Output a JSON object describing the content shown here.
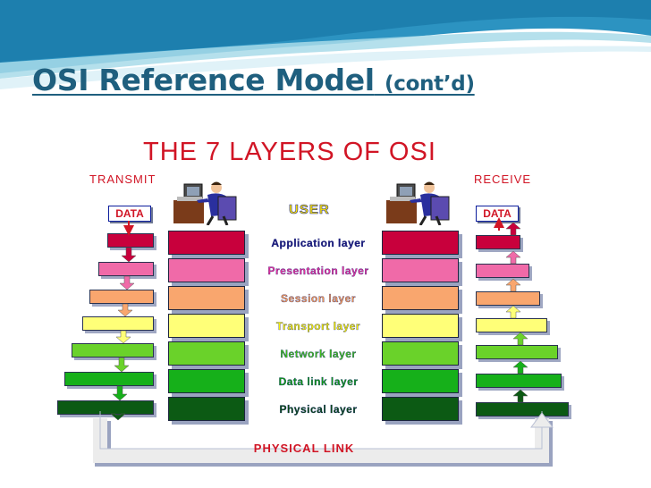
{
  "slide": {
    "title": "OSI Reference Model",
    "title_suffix": "(cont’d)"
  },
  "diagram": {
    "title": "THE 7 LAYERS OF OSI",
    "transmit_label": "TRANSMIT",
    "receive_label": "RECEIVE",
    "data_label_left": "DATA",
    "data_label_right": "DATA",
    "user_label": "USER",
    "physical_link_label": "PHYSICAL LINK",
    "layers": [
      {
        "name": "Application layer",
        "color": "#c8003c",
        "text_color": "#1a1a7a"
      },
      {
        "name": "Presentation layer",
        "color": "#f06aa8",
        "text_color": "#e7309a"
      },
      {
        "name": "Session layer",
        "color": "#f9a66e",
        "text_color": "#f59a52"
      },
      {
        "name": "Transport layer",
        "color": "#ffff78",
        "text_color": "#f5f000"
      },
      {
        "name": "Network layer",
        "color": "#6ad22a",
        "text_color": "#3fbf1a"
      },
      {
        "name": "Data link layer",
        "color": "#16b01a",
        "text_color": "#0f9a12"
      },
      {
        "name": "Physical layer",
        "color": "#0c5a14",
        "text_color": "#0a4a10"
      }
    ]
  },
  "colors": {
    "title_blue": "#1f5f7e",
    "label_red": "#d11525",
    "wave_top": "#1d7fae",
    "wave_light": "#a8dbe9"
  }
}
